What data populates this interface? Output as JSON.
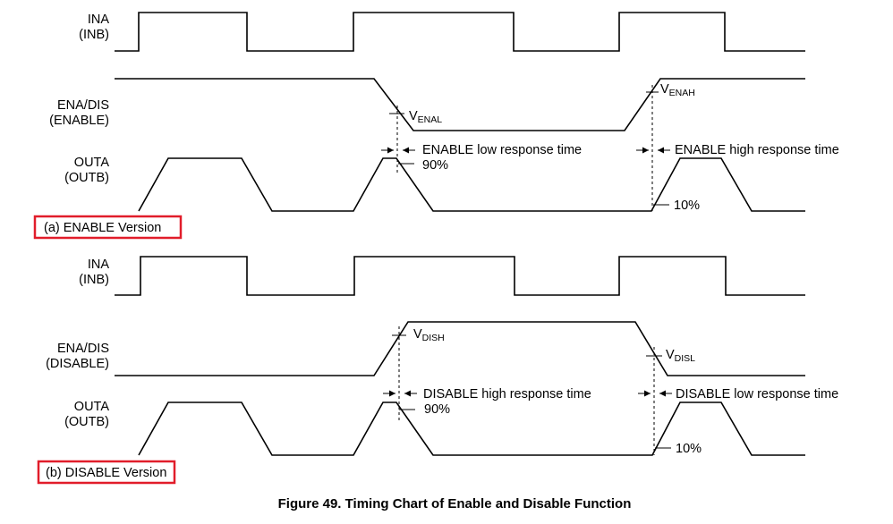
{
  "diagram": {
    "caption": "Figure 49. Timing Chart of Enable and Disable Function",
    "panel_a": {
      "version_label": "(a) ENABLE Version",
      "in_label": [
        "INA",
        "(INB)"
      ],
      "en_label": [
        "ENA/DIS",
        "(ENABLE)"
      ],
      "out_label": [
        "OUTA",
        "(OUTB)"
      ],
      "threshold_low": {
        "main": "V",
        "sub": "ENAL"
      },
      "threshold_high": {
        "main": "V",
        "sub": "ENAH"
      },
      "response_low": "ENABLE low response time",
      "response_high": "ENABLE high response time",
      "pct_90": "90%",
      "pct_10": "10%"
    },
    "panel_b": {
      "version_label": "(b) DISABLE Version",
      "in_label": [
        "INA",
        "(INB)"
      ],
      "en_label": [
        "ENA/DIS",
        "(DISABLE)"
      ],
      "out_label": [
        "OUTA",
        "(OUTB)"
      ],
      "threshold_high": {
        "main": "V",
        "sub": "DISH"
      },
      "threshold_low": {
        "main": "V",
        "sub": "DISL"
      },
      "response_high": "DISABLE high response time",
      "response_low": "DISABLE low response time",
      "pct_90": "90%",
      "pct_10": "10%"
    },
    "highlight_color": "#e11d2a"
  }
}
